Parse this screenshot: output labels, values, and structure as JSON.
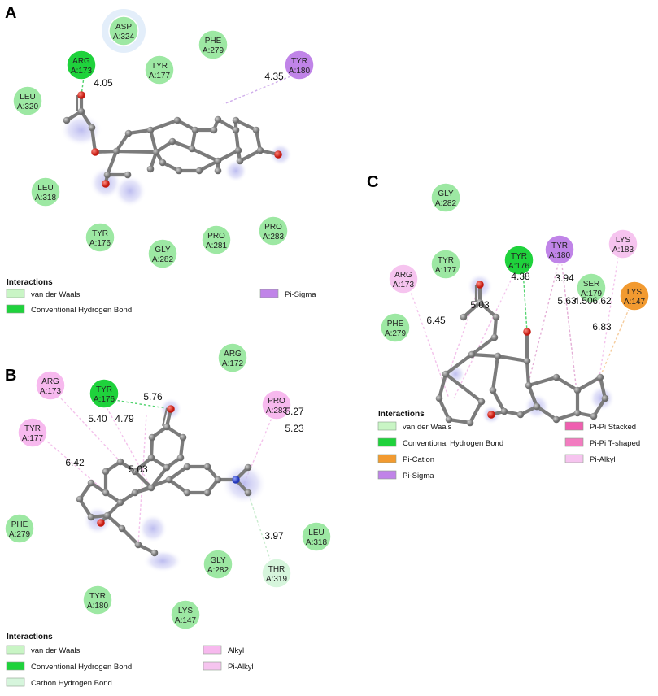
{
  "colors": {
    "van_der_waals": "#c9f5c5",
    "van_der_waals_residue": "#9de8a3",
    "conventional_hbond": "#1fd23c",
    "carbon_hbond": "#d6f5dc",
    "pi_sigma": "#c084e8",
    "pi_alkyl": "#f6c4ef",
    "alkyl": "#f7b9ee",
    "pi_pi_stacked": "#ef5fb0",
    "pi_pi_tshaped": "#f27cc0",
    "pi_cation": "#f29a30",
    "bond": "#7b7b7b",
    "atom": "#8a8a8a",
    "oxygen": "#e0281e",
    "nitrogen": "#3b55d9",
    "glow": "#c9c9f2"
  },
  "panels": [
    {
      "letter": "A",
      "residues": [
        {
          "name": "ASP",
          "id": "A:324",
          "kind": "van_der_waals"
        },
        {
          "name": "PHE",
          "id": "A:279",
          "kind": "van_der_waals"
        },
        {
          "name": "ARG",
          "id": "A:173",
          "kind": "conventional_hbond"
        },
        {
          "name": "TYR",
          "id": "A:177",
          "kind": "van_der_waals"
        },
        {
          "name": "TYR",
          "id": "A:180",
          "kind": "pi_sigma"
        },
        {
          "name": "LEU",
          "id": "A:320",
          "kind": "van_der_waals"
        },
        {
          "name": "LEU",
          "id": "A:318",
          "kind": "van_der_waals"
        },
        {
          "name": "TYR",
          "id": "A:176",
          "kind": "van_der_waals"
        },
        {
          "name": "GLY",
          "id": "A:282",
          "kind": "van_der_waals"
        },
        {
          "name": "PRO",
          "id": "A:281",
          "kind": "van_der_waals"
        },
        {
          "name": "PRO",
          "id": "A:283",
          "kind": "van_der_waals"
        }
      ],
      "distances": [
        "4.05",
        "4.35"
      ],
      "legend": {
        "title": "Interactions",
        "items": [
          {
            "label": "van der Waals",
            "kind": "van_der_waals"
          },
          {
            "label": "Conventional Hydrogen Bond",
            "kind": "conventional_hbond"
          },
          {
            "label": "Pi-Sigma",
            "kind": "pi_sigma"
          }
        ]
      }
    },
    {
      "letter": "B",
      "residues": [
        {
          "name": "ARG",
          "id": "A:172",
          "kind": "van_der_waals"
        },
        {
          "name": "ARG",
          "id": "A:173",
          "kind": "alkyl"
        },
        {
          "name": "TYR",
          "id": "A:176",
          "kind": "conventional_hbond"
        },
        {
          "name": "PRO",
          "id": "A:283",
          "kind": "alkyl"
        },
        {
          "name": "TYR",
          "id": "A:177",
          "kind": "alkyl"
        },
        {
          "name": "PHE",
          "id": "A:279",
          "kind": "van_der_waals"
        },
        {
          "name": "LEU",
          "id": "A:318",
          "kind": "van_der_waals"
        },
        {
          "name": "GLY",
          "id": "A:282",
          "kind": "van_der_waals"
        },
        {
          "name": "THR",
          "id": "A:319",
          "kind": "carbon_hbond"
        },
        {
          "name": "TYR",
          "id": "A:180",
          "kind": "van_der_waals"
        },
        {
          "name": "LYS",
          "id": "A:147",
          "kind": "van_der_waals"
        }
      ],
      "distances": [
        "5.76",
        "5.40",
        "4.79",
        "6.42",
        "5.03",
        "5.27",
        "5.23",
        "3.97"
      ],
      "legend": {
        "title": "Interactions",
        "items": [
          {
            "label": "van der Waals",
            "kind": "van_der_waals"
          },
          {
            "label": "Conventional Hydrogen Bond",
            "kind": "conventional_hbond"
          },
          {
            "label": "Carbon Hydrogen Bond",
            "kind": "carbon_hbond"
          },
          {
            "label": "Alkyl",
            "kind": "alkyl"
          },
          {
            "label": "Pi-Alkyl",
            "kind": "pi_alkyl"
          }
        ]
      }
    },
    {
      "letter": "C",
      "residues": [
        {
          "name": "GLY",
          "id": "A:282",
          "kind": "van_der_waals"
        },
        {
          "name": "TYR",
          "id": "A:177",
          "kind": "van_der_waals"
        },
        {
          "name": "TYR",
          "id": "A:176",
          "kind": "conventional_hbond"
        },
        {
          "name": "TYR",
          "id": "A:180",
          "kind": "pi_sigma"
        },
        {
          "name": "LYS",
          "id": "A:183",
          "kind": "pi_alkyl"
        },
        {
          "name": "ARG",
          "id": "A:173",
          "kind": "pi_alkyl"
        },
        {
          "name": "SER",
          "id": "A:179",
          "kind": "van_der_waals"
        },
        {
          "name": "LYS",
          "id": "A:147",
          "kind": "pi_cation"
        },
        {
          "name": "PHE",
          "id": "A:279",
          "kind": "van_der_waals"
        }
      ],
      "distances": [
        "4.38",
        "3.94",
        "5.03",
        "6.45",
        "5.63",
        "4.50",
        "6.62",
        "6.83"
      ],
      "legend": {
        "title": "Interactions",
        "items": [
          {
            "label": "van der Waals",
            "kind": "van_der_waals"
          },
          {
            "label": "Conventional Hydrogen Bond",
            "kind": "conventional_hbond"
          },
          {
            "label": "Pi-Cation",
            "kind": "pi_cation"
          },
          {
            "label": "Pi-Sigma",
            "kind": "pi_sigma"
          },
          {
            "label": "Pi-Pi Stacked",
            "kind": "pi_pi_stacked"
          },
          {
            "label": "Pi-Pi T-shaped",
            "kind": "pi_pi_tshaped"
          },
          {
            "label": "Pi-Alkyl",
            "kind": "pi_alkyl"
          }
        ]
      }
    }
  ]
}
